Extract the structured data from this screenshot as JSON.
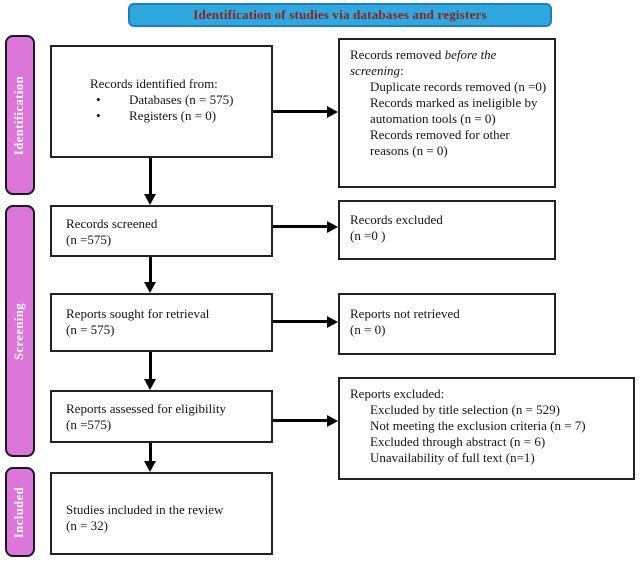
{
  "title": "Identification of studies via databases and registers",
  "colors": {
    "banner_bg": "#2fa9dd",
    "banner_border": "#1b7fc4",
    "banner_text": "#8b2121",
    "stage_bg": "#dd76db",
    "stage_text": "#ffffff",
    "box_border": "#222222",
    "arrow": "#000000"
  },
  "sidebar": {
    "identification": "Identification",
    "screening": "Screening",
    "included": "Included"
  },
  "left_boxes": {
    "identified": {
      "heading": "Records identified from:",
      "bullet_glyph": "•",
      "bullets": [
        "Databases (n = 575)",
        "Registers (n = 0)"
      ]
    },
    "screened": {
      "line1": "Records screened",
      "line2": "(n =575)"
    },
    "sought": {
      "line1": "Reports sought for retrieval",
      "line2": "(n = 575)"
    },
    "assessed": {
      "line1": "Reports assessed for eligibility",
      "line2": "(n =575)"
    },
    "included": {
      "line1": "Studies included in the review",
      "line2": "(n = 32)"
    }
  },
  "right_boxes": {
    "removed": {
      "lead": "Records removed ",
      "italic": "before the screening",
      "suffix": ":",
      "items": [
        "Duplicate records removed (n =0)",
        "Records marked as ineligible by automation tools (n = 0)",
        "Records removed for other reasons (n = 0)"
      ]
    },
    "excluded": {
      "line1": "Records excluded",
      "line2": "(n =0 )"
    },
    "not_retrieved": {
      "line1": "Reports not retrieved",
      "line2": "(n = 0)"
    },
    "reports_excluded": {
      "heading": "Reports excluded:",
      "items": [
        "Excluded by title selection (n = 529)",
        "Not meeting the exclusion criteria (n = 7)",
        "Excluded through abstract (n = 6)",
        "Unavailability of full text (n=1)"
      ]
    }
  }
}
